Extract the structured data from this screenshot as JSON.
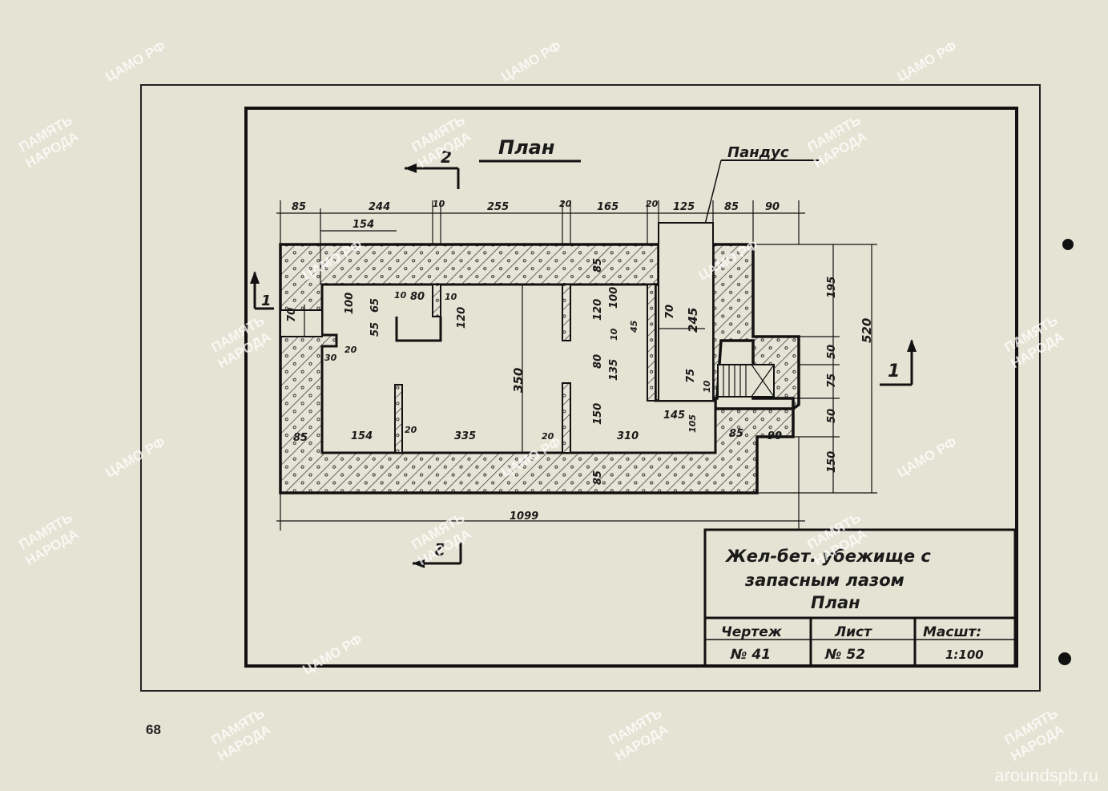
{
  "drawing": {
    "title_plan": "План",
    "label_ramp": "Пандус",
    "section_2_top": "2",
    "section_2_bottom": "2",
    "section_1_left": "1",
    "section_1_right": "1",
    "page_number": "68"
  },
  "dimensions_top": [
    "85",
    "244",
    "10",
    "255",
    "20",
    "165",
    "20",
    "125",
    "85",
    "90"
  ],
  "dimensions_inner": {
    "d154_top": "154",
    "d100": "100",
    "d65": "65",
    "d55": "55",
    "d10a": "10",
    "d80a": "80",
    "d10b": "10",
    "d120a": "120",
    "d70_left": "70",
    "d30": "30",
    "d20a": "20",
    "d350": "350",
    "d120b": "120",
    "d100b": "100",
    "d80b": "80",
    "d135": "135",
    "d10c": "10",
    "d45": "45",
    "d70b": "70",
    "d245": "245",
    "d75": "75",
    "d10d": "10",
    "d150": "150",
    "d145": "145",
    "d105": "105",
    "d85_wall_top": "85",
    "d85_wall_bottom": "85"
  },
  "dimensions_bottom_row": [
    "85",
    "154",
    "20",
    "335",
    "20",
    "310",
    "85",
    "90"
  ],
  "dimensions_right": [
    "195",
    "50",
    "75",
    "50",
    "150"
  ],
  "dimension_total_height": "520",
  "dimension_total_width": "1099",
  "title_block": {
    "line1": "Жел-бет. убежище с",
    "line2": "запасным лазом",
    "line3": "План",
    "drawing_label": "Чертеж",
    "drawing_no": "№ 41",
    "sheet_label": "Лист",
    "sheet_no": "№ 52",
    "scale_label": "Масшт:",
    "scale_value": "1:100"
  },
  "watermarks": {
    "archive": "ЦАМО РФ",
    "memory_line1": "ПАМЯТЬ",
    "memory_line2": "НАРОДА",
    "site": "aroundspb.ru"
  }
}
